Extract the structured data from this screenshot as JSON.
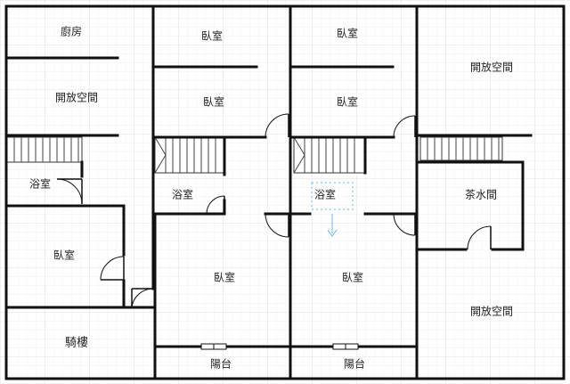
{
  "rooms": {
    "kitchen": "廚房",
    "open_space_left": "開放空間",
    "bath_left": "浴室",
    "bedroom_left": "臥室",
    "arcade": "騎樓",
    "bedroom_u2_top": "臥室",
    "bedroom_u2_mid": "臥室",
    "bath_u2": "浴室",
    "bedroom_u2_bottom": "臥室",
    "balcony_u2": "陽台",
    "bedroom_u3_top": "臥室",
    "bedroom_u3_mid": "臥室",
    "bath_u3": "浴室",
    "bedroom_u3_bottom": "臥室",
    "balcony_u3": "陽台",
    "open_space_right_top": "開放空間",
    "tea_room": "茶水間",
    "open_space_right_bottom": "開放空間"
  },
  "colors": {
    "wall": "#111111",
    "grid": "#e6e6e6",
    "selection_marker": "#6cb6e8"
  }
}
